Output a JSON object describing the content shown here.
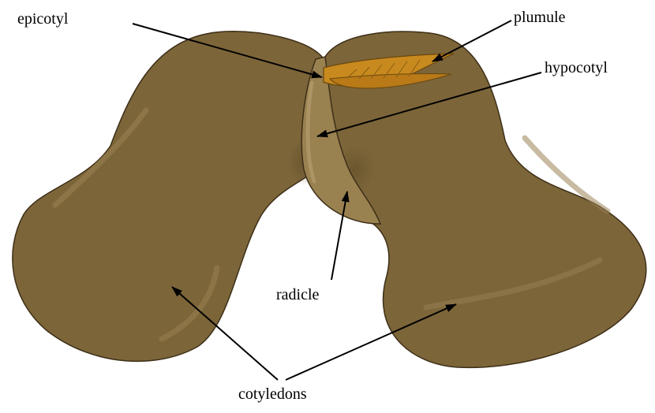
{
  "diagram": {
    "labels": {
      "epicotyl": "epicotyl",
      "plumule": "plumule",
      "hypocotyl": "hypocotyl",
      "radicle": "radicle",
      "cotyledons": "cotyledons"
    },
    "colors": {
      "cotyledon_fill": "#7c6539",
      "cotyledon_outline": "#3d2f18",
      "highlight": "#9b8456",
      "hypocotyl_fill": "#9a8150",
      "plumule_fill": "#c88a1e",
      "arrow": "#000000"
    }
  }
}
